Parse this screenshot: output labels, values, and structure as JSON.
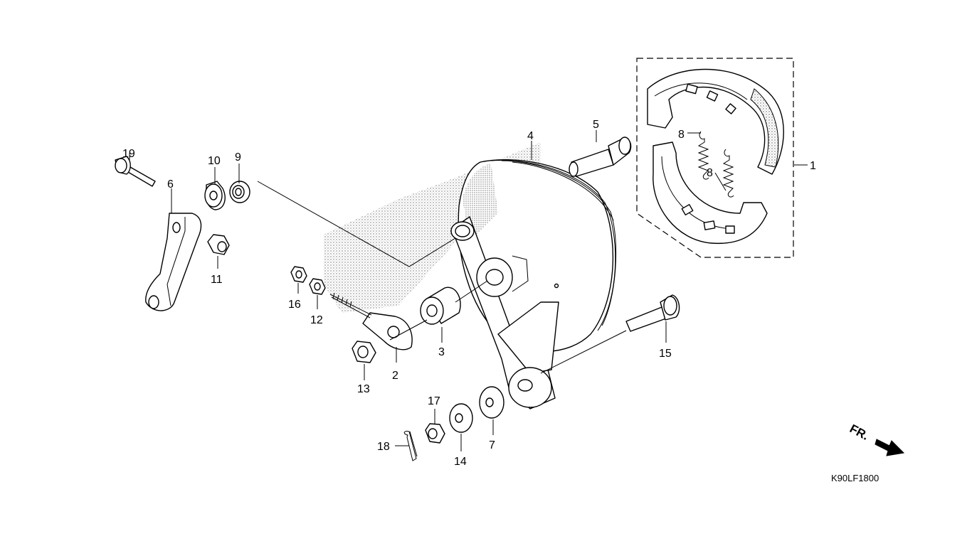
{
  "diagram": {
    "drawing_code": "K90LF1800",
    "direction_label": "FR.",
    "callouts": [
      "1",
      "2",
      "3",
      "4",
      "5",
      "6",
      "7",
      "8",
      "8",
      "9",
      "10",
      "11",
      "12",
      "13",
      "14",
      "15",
      "16",
      "17",
      "18",
      "19"
    ]
  }
}
